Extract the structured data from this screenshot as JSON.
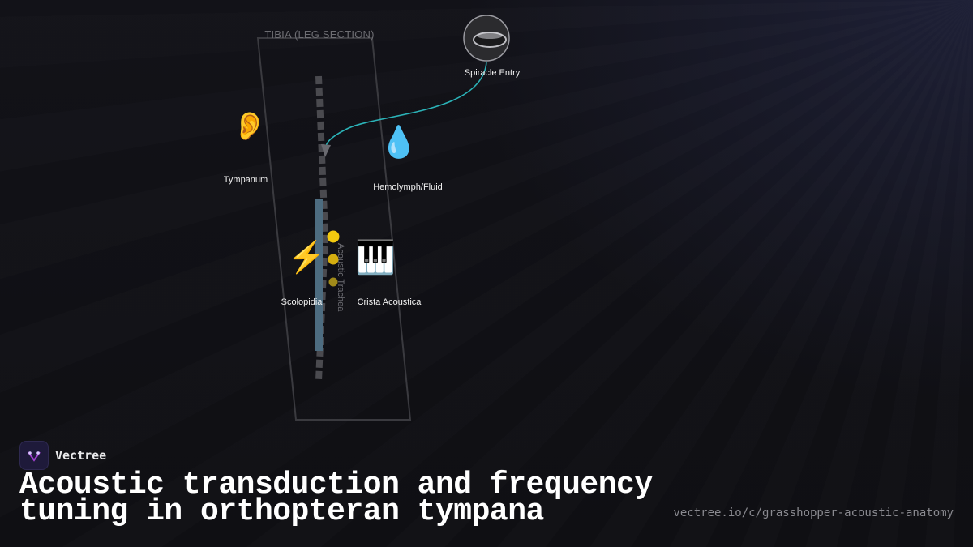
{
  "diagram": {
    "section_title": "TIBIA (LEG SECTION)",
    "trachea_label": "Acoustic Trachea",
    "nodes": {
      "spiracle": {
        "label": "Spiracle Entry",
        "icon": "spiracle-icon"
      },
      "tympanum": {
        "label": "Tympanum",
        "icon": "ear-icon",
        "glyph": "👂"
      },
      "hemolymph": {
        "label": "Hemolymph/Fluid",
        "icon": "droplet-icon",
        "glyph": "💧"
      },
      "scolopidia": {
        "label": "Scolopidia",
        "icon": "lightning-icon",
        "glyph": "⚡"
      },
      "crista": {
        "label": "Crista Acoustica",
        "icon": "piano-keys-icon",
        "glyph": "🎹"
      }
    },
    "colors": {
      "tube": "#2bb3b8",
      "sensory_dots": "#f2c20f",
      "membrane": "#4d6c80"
    }
  },
  "footer": {
    "brand": "Vectree",
    "title": "Acoustic transduction and frequency tuning in orthopteran tympana",
    "url": "vectree.io/c/grasshopper-acoustic-anatomy"
  }
}
